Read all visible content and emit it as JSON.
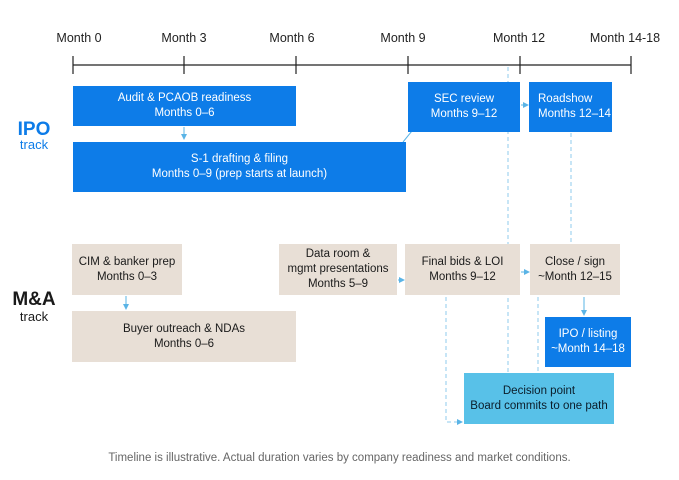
{
  "timeline": {
    "ticks": [
      "Month 0",
      "Month 3",
      "Month 6",
      "Month 9",
      "Month 12",
      "Month 14-18"
    ]
  },
  "tracks": {
    "ipo": {
      "name": "IPO",
      "sub": "track",
      "color": "#0d7ce8"
    },
    "ma": {
      "name": "M&A",
      "sub": "track",
      "color": "#1a1a1a"
    }
  },
  "boxes": {
    "audit": {
      "title": "Audit & PCAOB readiness",
      "months": "Months 0–6"
    },
    "s1": {
      "title": "S-1 drafting & filing",
      "months": "Months 0–9 (prep starts at launch)"
    },
    "sec": {
      "title": "SEC review",
      "months": "Months 9–12"
    },
    "roadshow": {
      "title": "Roadshow",
      "months": "Months 12–14"
    },
    "cim": {
      "title": "CIM & banker prep",
      "months": "Months 0–3"
    },
    "outreach": {
      "title": "Buyer outreach & NDAs",
      "months": "Months 0–6"
    },
    "dataroom": {
      "title1": "Data room &",
      "title2": "mgmt presentations",
      "months": "Months 5–9"
    },
    "bids": {
      "title": "Final bids & LOI",
      "months": "Months 9–12"
    },
    "close": {
      "title": "Close / sign",
      "months": "~Month 12–15"
    },
    "listing": {
      "title": "IPO / listing",
      "months": "~Month 14–18"
    },
    "decision": {
      "title": "Decision point",
      "subtitle": "Board commits to one path"
    }
  },
  "colors": {
    "ipo_box": "#0d7ce8",
    "ma_box": "#e8dfd6",
    "decision_box": "#58c1e8",
    "connector": "#5ab4e6"
  },
  "footnote": "Timeline is illustrative. Actual duration varies by company readiness and market conditions."
}
